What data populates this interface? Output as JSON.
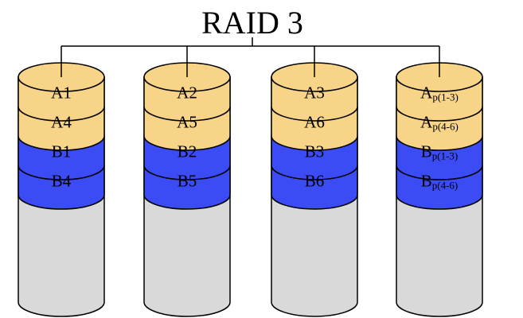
{
  "title": "RAID 3",
  "colors": {
    "stripe_a": "#F7D488",
    "stripe_b": "#3B4CF5",
    "empty_disk": "#D9D9D9",
    "outline": "#000000",
    "background": "#FFFFFF"
  },
  "disks": [
    {
      "name": "disk-1",
      "blocks": [
        {
          "label": "A1",
          "sub": "",
          "type": "a"
        },
        {
          "label": "A4",
          "sub": "",
          "type": "a"
        },
        {
          "label": "B1",
          "sub": "",
          "type": "b"
        },
        {
          "label": "B4",
          "sub": "",
          "type": "b"
        }
      ]
    },
    {
      "name": "disk-2",
      "blocks": [
        {
          "label": "A2",
          "sub": "",
          "type": "a"
        },
        {
          "label": "A5",
          "sub": "",
          "type": "a"
        },
        {
          "label": "B2",
          "sub": "",
          "type": "b"
        },
        {
          "label": "B5",
          "sub": "",
          "type": "b"
        }
      ]
    },
    {
      "name": "disk-3",
      "blocks": [
        {
          "label": "A3",
          "sub": "",
          "type": "a"
        },
        {
          "label": "A6",
          "sub": "",
          "type": "a"
        },
        {
          "label": "B3",
          "sub": "",
          "type": "b"
        },
        {
          "label": "B6",
          "sub": "",
          "type": "b"
        }
      ]
    },
    {
      "name": "parity-disk",
      "blocks": [
        {
          "label": "A",
          "sub": "p(1-3)",
          "type": "a"
        },
        {
          "label": "A",
          "sub": "p(4-6)",
          "type": "a"
        },
        {
          "label": "B",
          "sub": "p(1-3)",
          "type": "b"
        },
        {
          "label": "B",
          "sub": "p(4-6)",
          "type": "b"
        }
      ]
    }
  ]
}
